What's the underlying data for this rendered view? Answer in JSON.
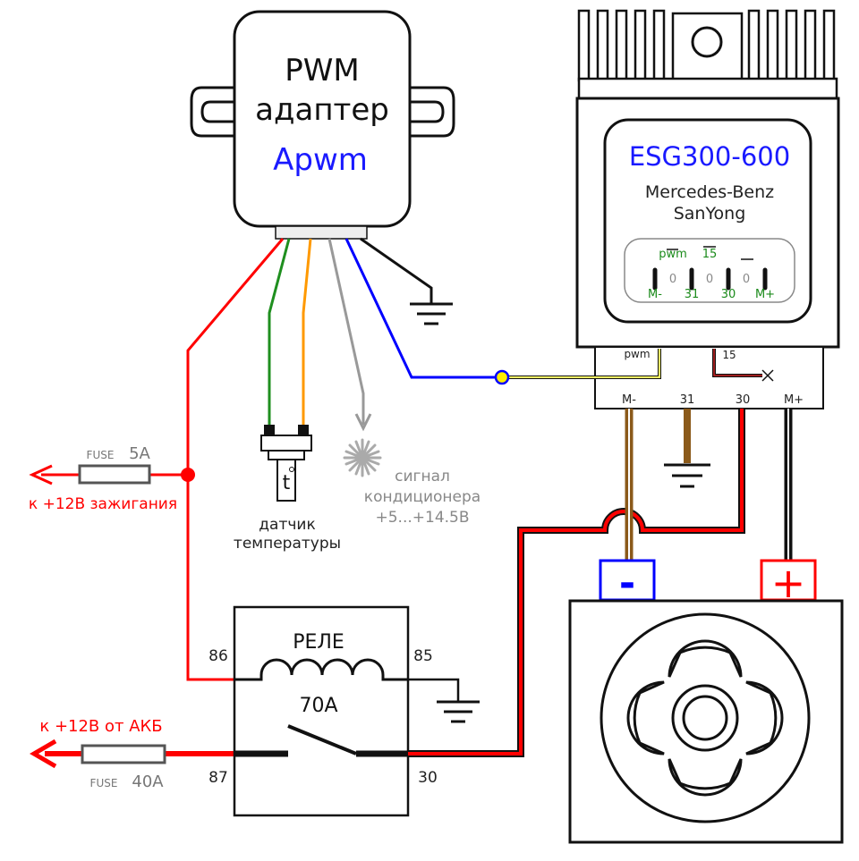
{
  "adapter": {
    "title_line1": "PWM",
    "title_line2": "адаптер",
    "model": "Apwm"
  },
  "controller": {
    "model": "ESG300-600",
    "brand_line1": "Mercedes-Benz",
    "brand_line2": "SanYong",
    "conn_top_pwm": "pwm",
    "conn_top_15": "15",
    "conn_zero": "0",
    "conn_bottom": [
      "M-",
      "31",
      "30",
      "M+"
    ],
    "term_pwm": "pwm",
    "term_15": "15",
    "term_labels": [
      "M-",
      "31",
      "30",
      "M+"
    ]
  },
  "sensor": {
    "symbol": "t",
    "label_line1": "датчик",
    "label_line2": "температуры"
  },
  "ac_signal": {
    "line1": "сигнал",
    "line2": "кондиционера",
    "line3": "+5...+14.5В"
  },
  "fuse_ignition": {
    "fuse_word": "FUSE",
    "rating": "5A",
    "label": "к +12В зажигания"
  },
  "fuse_battery": {
    "fuse_word": "FUSE",
    "rating": "40A",
    "label": "к +12В от АКБ"
  },
  "relay": {
    "title": "РЕЛЕ",
    "rating": "70A",
    "pin86": "86",
    "pin85": "85",
    "pin87": "87",
    "pin30": "30"
  },
  "fan": {
    "minus": "-",
    "plus": "+"
  },
  "colors": {
    "red_wire": "#ff0000",
    "green_wire": "#1f8f1f",
    "orange_wire": "#ff9900",
    "gray_wire": "#999999",
    "blue_wire": "#0000ff",
    "brown_wire": "#8b5a1a",
    "label_blue": "#1a1aff",
    "label_green": "#1a8a1a"
  }
}
